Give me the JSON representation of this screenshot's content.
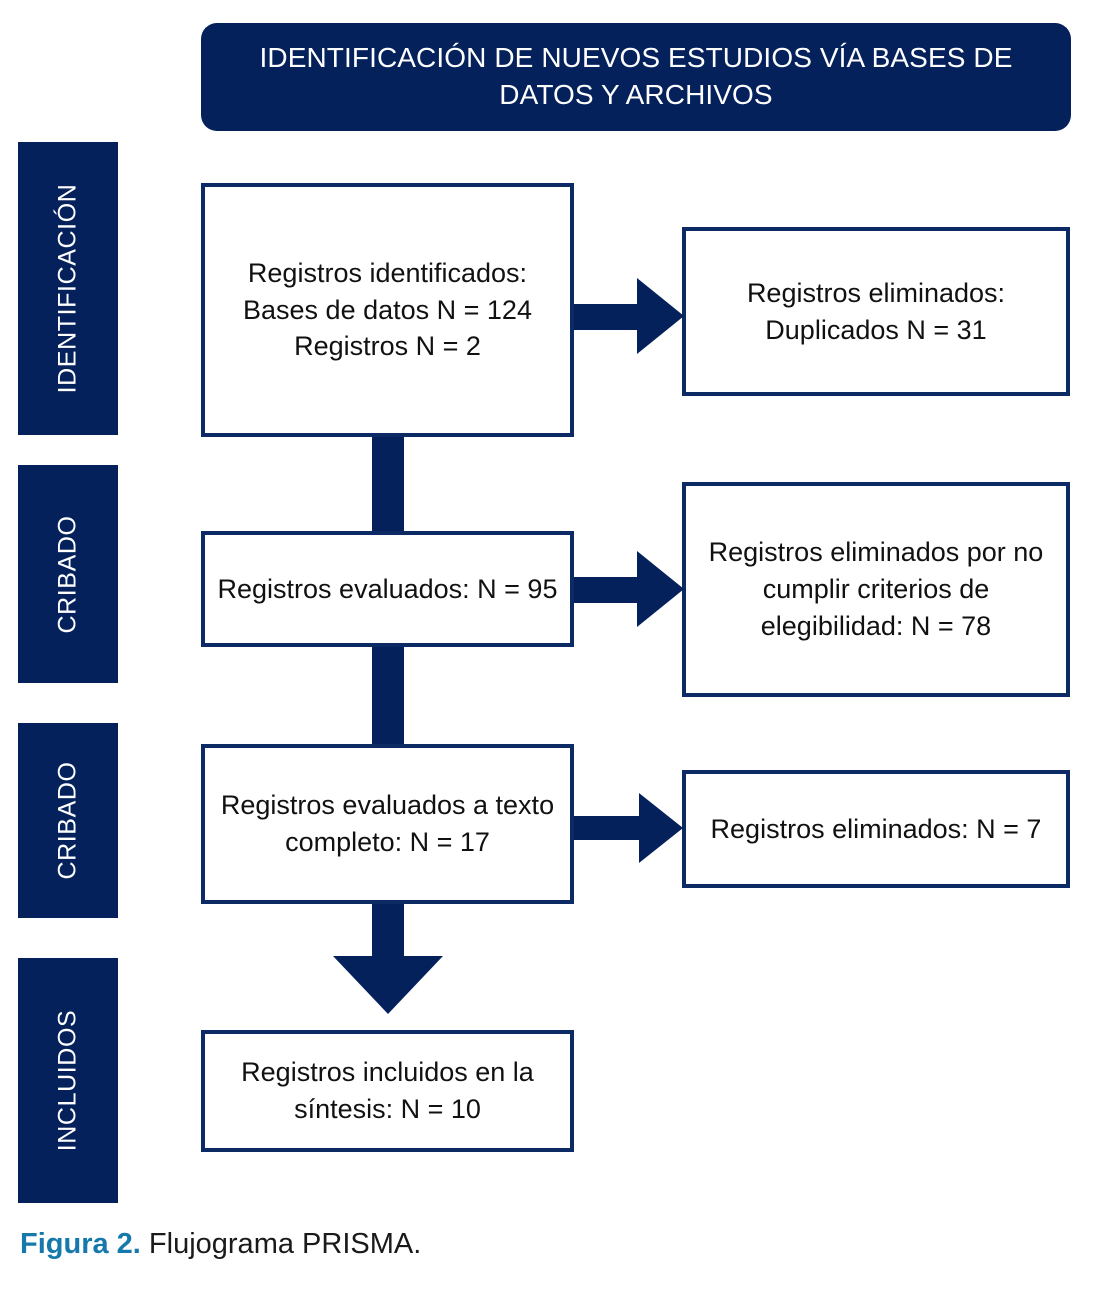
{
  "figure": {
    "header_title": "IDENTIFICACIÓN DE NUEVOS ESTUDIOS VÍA BASES DE DATOS Y ARCHIVOS",
    "caption_accent": "Figura 2.",
    "caption_text": " Flujograma PRISMA.",
    "colors": {
      "navy": "#04215c",
      "box_border": "#0c2a63",
      "caption_accent": "#1579ab",
      "background": "#ffffff",
      "text": "#111111"
    }
  },
  "stages": [
    {
      "id": "identificacion",
      "label": "IDENTIFICACIÓN"
    },
    {
      "id": "cribado-1",
      "label": "CRIBADO"
    },
    {
      "id": "cribado-2",
      "label": "CRIBADO"
    },
    {
      "id": "incluidos",
      "label": "INCLUIDOS"
    }
  ],
  "boxes": {
    "identificados": "Registros identificados: Bases de datos N = 124 Registros N = 2",
    "duplicados": "Registros eliminados: Duplicados N = 31",
    "evaluados": "Registros evaluados: N = 95",
    "no_cumplen": "Registros eliminados por no cumplir criterios de elegibilidad: N = 78",
    "texto_completo": "Registros evaluados a texto completo: N = 17",
    "eliminados_7": "Registros eliminados: N = 7",
    "incluidos": "Registros incluidos en la síntesis: N = 10"
  },
  "chart_data": {
    "type": "diagram",
    "title": "Flujograma PRISMA",
    "nodes": [
      {
        "id": "identificados",
        "stage": "IDENTIFICACIÓN",
        "column": "left",
        "lines": [
          "Registros",
          "identificados:",
          "Bases de datos",
          "N = 124",
          "Registros N = 2"
        ],
        "counts": {
          "bases_de_datos": 124,
          "registros": 2
        }
      },
      {
        "id": "duplicados",
        "stage": "IDENTIFICACIÓN",
        "column": "right",
        "lines": [
          "Registros",
          "eliminados:",
          "Duplicados N = 31"
        ],
        "counts": {
          "duplicados": 31
        }
      },
      {
        "id": "evaluados",
        "stage": "CRIBADO",
        "column": "left",
        "lines": [
          "Registros",
          "evaluados: N = 95"
        ],
        "counts": {
          "evaluados": 95
        }
      },
      {
        "id": "no_cumplen",
        "stage": "CRIBADO",
        "column": "right",
        "lines": [
          "Registros",
          "eliminados por no",
          "cumplir criterios de",
          "elegibilidad: N = 78"
        ],
        "counts": {
          "eliminados": 78
        }
      },
      {
        "id": "texto_completo",
        "stage": "CRIBADO",
        "column": "left",
        "lines": [
          "Registros",
          "evaluados a texto",
          "completo: N = 17"
        ],
        "counts": {
          "evaluados_texto_completo": 17
        }
      },
      {
        "id": "eliminados_7",
        "stage": "CRIBADO",
        "column": "right",
        "lines": [
          "Registros",
          "eliminados: N = 7"
        ],
        "counts": {
          "eliminados": 7
        }
      },
      {
        "id": "incluidos",
        "stage": "INCLUIDOS",
        "column": "left",
        "lines": [
          "Registros incluidos",
          "en la síntesis: N = 10"
        ],
        "counts": {
          "incluidos": 10
        }
      }
    ],
    "edges": [
      {
        "from": "identificados",
        "to": "duplicados",
        "direction": "right"
      },
      {
        "from": "identificados",
        "to": "evaluados",
        "direction": "down"
      },
      {
        "from": "evaluados",
        "to": "no_cumplen",
        "direction": "right"
      },
      {
        "from": "evaluados",
        "to": "texto_completo",
        "direction": "down"
      },
      {
        "from": "texto_completo",
        "to": "eliminados_7",
        "direction": "right"
      },
      {
        "from": "texto_completo",
        "to": "incluidos",
        "direction": "down"
      }
    ]
  }
}
